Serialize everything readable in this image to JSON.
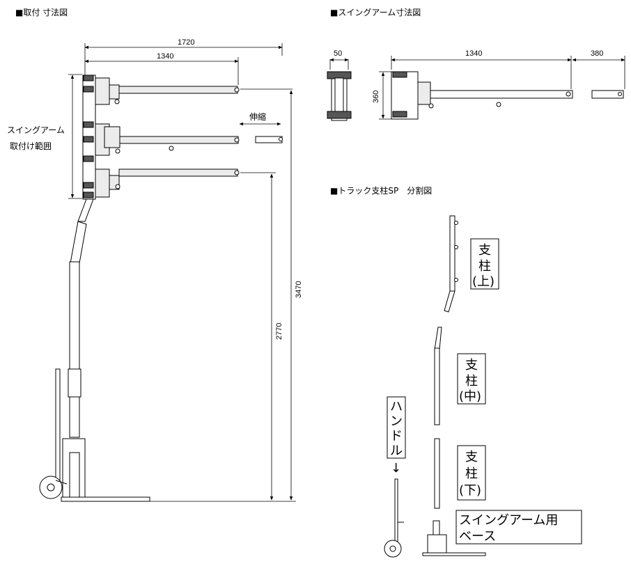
{
  "sections": {
    "mount_title": "■取付 寸法図",
    "swing_title": "■スイングアーム寸法図",
    "parts_title": "■トラック支柱SP　分割図"
  },
  "mount_dims": {
    "d1720": "1720",
    "d1340": "1340",
    "d3470": "3470",
    "d2770": "2770",
    "stretch": "伸縮",
    "range_line1": "スイングアーム",
    "range_line2": "取付け範囲"
  },
  "swing_dims": {
    "d50": "50",
    "d1340": "1340",
    "d380": "380",
    "d360": "360"
  },
  "parts": {
    "upper": [
      "支",
      "柱",
      "(上)"
    ],
    "middle": [
      "支",
      "柱",
      "(中)"
    ],
    "lower": [
      "支",
      "柱",
      "(下)"
    ],
    "handle": [
      "ハ",
      "ン",
      "ド",
      "ル",
      "↓"
    ],
    "base_line1": "スイングアーム用",
    "base_line2": "ベース"
  }
}
